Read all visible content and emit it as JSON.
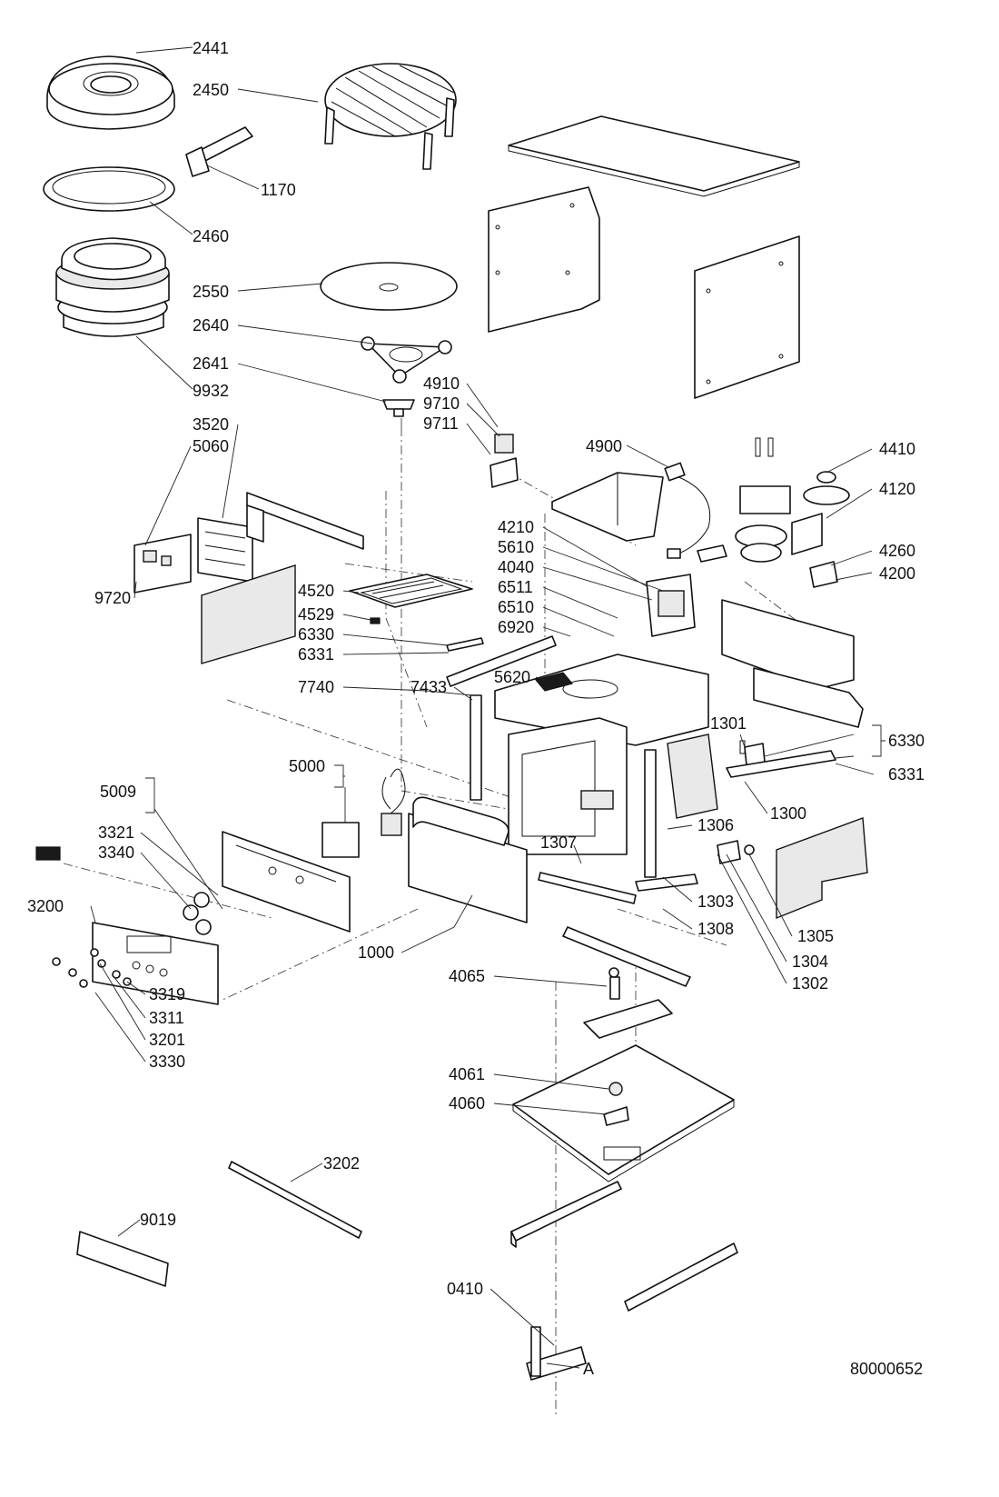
{
  "document_code": "80000652",
  "callout_letter": "A",
  "part_numbers": {
    "p2441": "2441",
    "p2450": "2450",
    "p1170": "1170",
    "p2460": "2460",
    "p2550": "2550",
    "p2640": "2640",
    "p2641": "2641",
    "p9932": "9932",
    "p4910": "4910",
    "p9710": "9710",
    "p9711": "9711",
    "p3520": "3520",
    "p5060": "5060",
    "p9720": "9720",
    "p4900": "4900",
    "p4410": "4410",
    "p4120": "4120",
    "p4210": "4210",
    "p5610": "5610",
    "p4040": "4040",
    "p6511": "6511",
    "p6510": "6510",
    "p6920": "6920",
    "p4260": "4260",
    "p4200": "4200",
    "p4520": "4520",
    "p4529": "4529",
    "p6330a": "6330",
    "p6331a": "6331",
    "p7740": "7740",
    "p7433": "7433",
    "p5620": "5620",
    "p1301": "1301",
    "p6330b": "6330",
    "p6331b": "6331",
    "p5000": "5000",
    "p5009": "5009",
    "p1300": "1300",
    "p1306": "1306",
    "p1307": "1307",
    "p3321": "3321",
    "p3340": "3340",
    "p3200": "3200",
    "p1303": "1303",
    "p1308": "1308",
    "p1305": "1305",
    "p1000": "1000",
    "p1304": "1304",
    "p1302": "1302",
    "p4065": "4065",
    "p3319": "3319",
    "p3311": "3311",
    "p3201": "3201",
    "p3330": "3330",
    "p4061": "4061",
    "p4060": "4060",
    "p3202": "3202",
    "p9019": "9019",
    "p0410": "0410"
  }
}
